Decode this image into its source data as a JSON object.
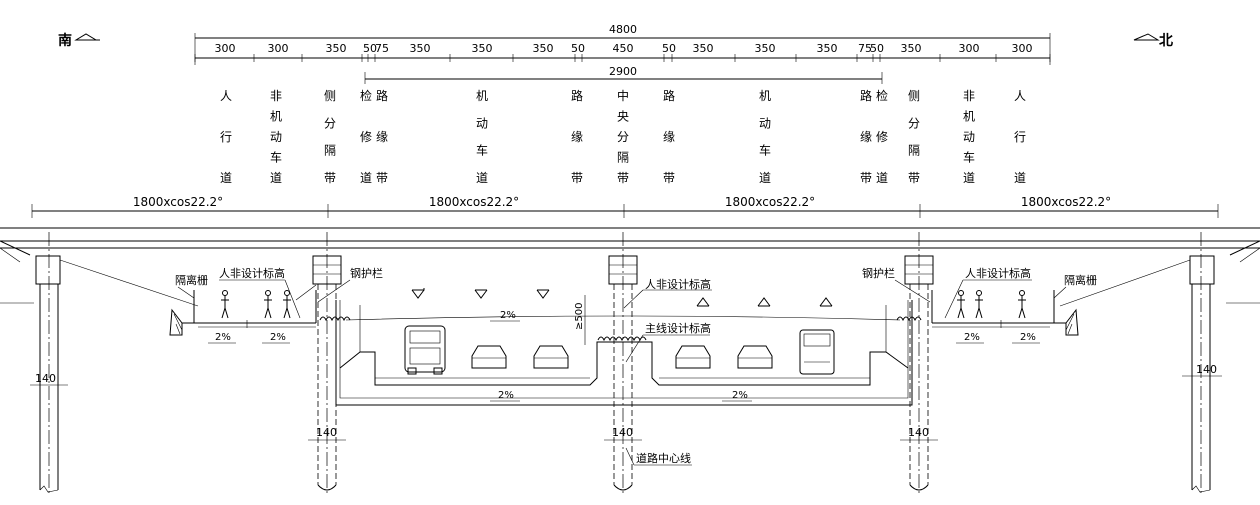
{
  "directions": {
    "south": "南",
    "north": "北"
  },
  "top_dims": {
    "total": "4800",
    "segments": [
      "300",
      "300",
      "350",
      "50",
      "75",
      "350",
      "350",
      "350",
      "50",
      "450",
      "50",
      "350",
      "350",
      "350",
      "75",
      "50",
      "350",
      "300",
      "300"
    ],
    "middle": "2900"
  },
  "lanes": [
    "人行道",
    "非机动车道",
    "侧分隔带",
    "检修道",
    "路缘带",
    "机动车道",
    "路缘带",
    "中央分隔带",
    "路缘带",
    "机动车道",
    "路缘带",
    "检修道",
    "侧分隔带",
    "非机动车道",
    "人行道"
  ],
  "span_dims": [
    "1800xcos22.2°",
    "1800xcos22.2°",
    "1800xcos22.2°",
    "1800xcos22.2°"
  ],
  "labels": {
    "fence_left": "隔离栅",
    "fence_right": "隔离栅",
    "nonmotor_elev_left": "人非设计标高",
    "nonmotor_elev_center": "人非设计标高",
    "nonmotor_elev_right": "人非设计标高",
    "guardrail_left": "钢护栏",
    "guardrail_right": "钢护栏",
    "mainline_elev": "主线设计标高",
    "road_centerline": "道路中心线",
    "clearance": "≥500",
    "slope": "2%",
    "pile_width": "140"
  }
}
